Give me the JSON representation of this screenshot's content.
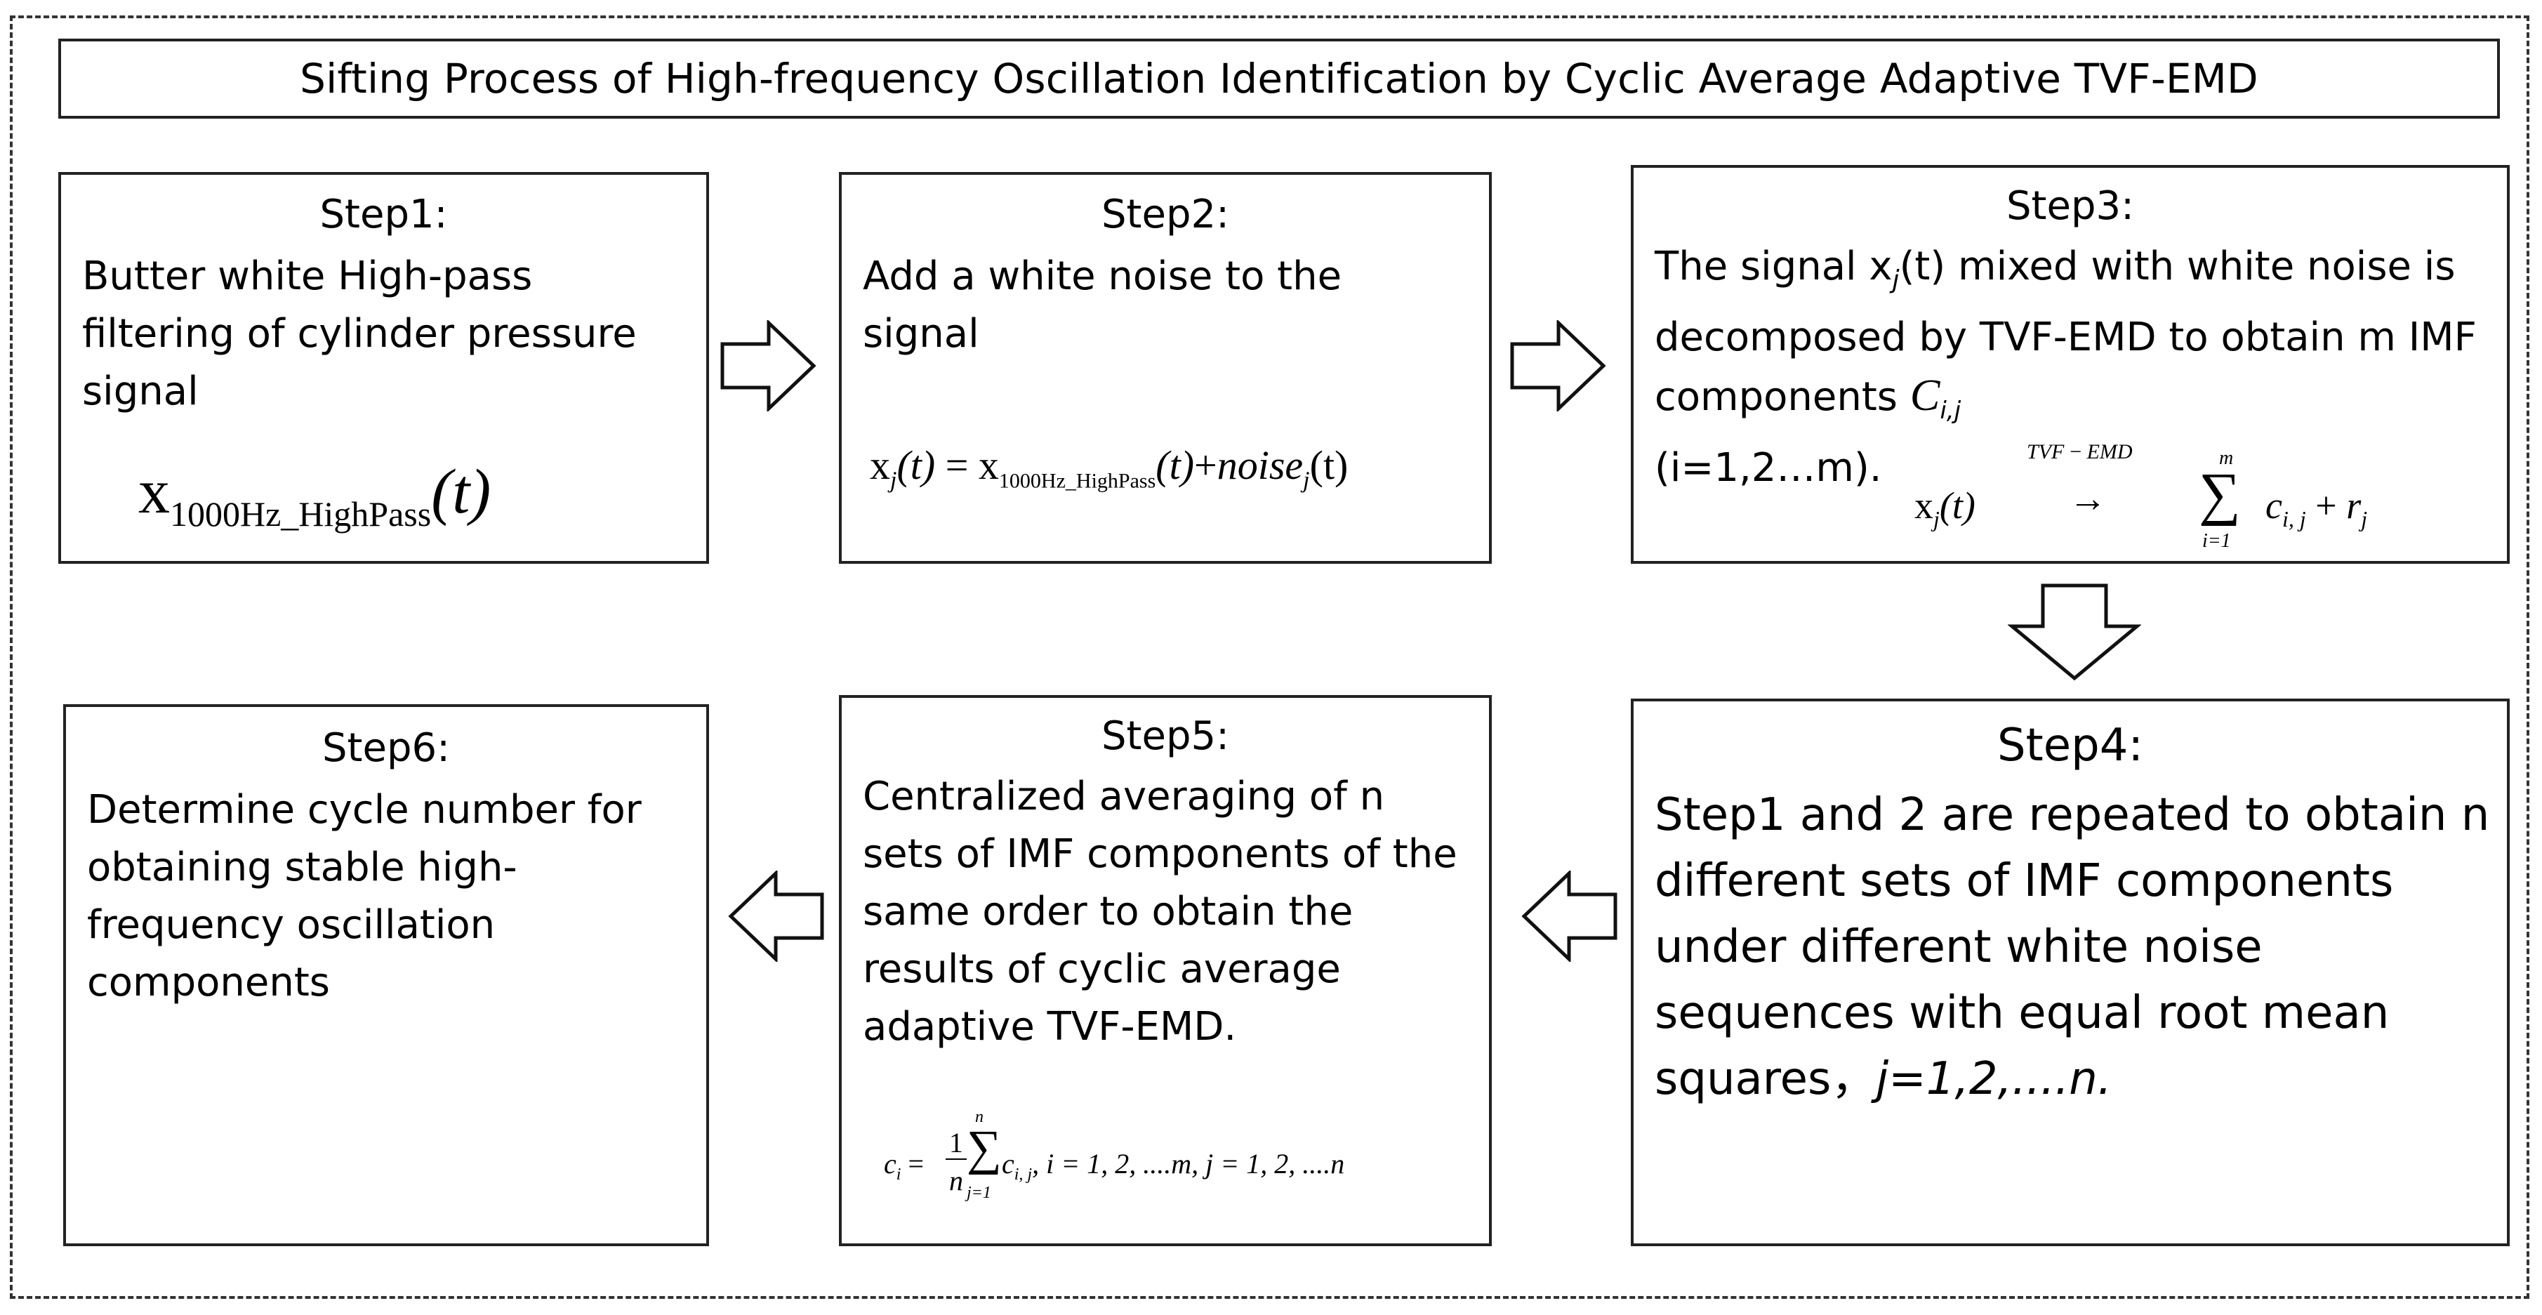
{
  "title": "Sifting Process of High-frequency Oscillation Identification by Cyclic Average Adaptive TVF-EMD",
  "steps": [
    {
      "title": "Step1:",
      "body": "Butter white High-pass filtering of cylinder pressure signal",
      "formula": {
        "base": "x",
        "sub": "1000Hz_HighPass",
        "arg": "(t)"
      }
    },
    {
      "title": "Step2:",
      "body": "Add a white noise to the signal",
      "formula": {
        "lhs": "x",
        "lhs_sub": "j",
        "lhs_arg": "(t)",
        "eq": "=",
        "x": "x",
        "x_sub": "1000Hz_HighPass",
        "x_arg": "(t)",
        "plus": "+",
        "noise": "noise",
        "noise_sub": "j",
        "noise_arg": "(t)"
      }
    },
    {
      "title": "Step3:",
      "body_1": "The signal x",
      "body_sub": "j",
      "body_2": "(t) mixed with white noise is decomposed by TVF-EMD to obtain m IMF components",
      "body_c": "C",
      "body_c_sub": "i,j",
      "body_3": "(i=1,2…m).",
      "formula": {
        "x": "x",
        "x_sub": "j",
        "x_arg": "(t)",
        "arrow_label": "TVF − EMD",
        "arrow": "→",
        "sum_upper": "m",
        "sum_lower": "i=1",
        "sigma": "∑",
        "c": "c",
        "c_sub": "i, j",
        "plus": "+",
        "r": "r",
        "r_sub": "j"
      }
    },
    {
      "title": "Step4:",
      "body": "Step1 and 2 are repeated to obtain n different sets of IMF components under different white noise sequences with equal root mean squares，",
      "body_italic": "j=1,2,....n."
    },
    {
      "title": "Step5:",
      "body": "Centralized averaging of n sets of IMF components of the same order to obtain the results of cyclic average adaptive TVF-EMD.",
      "formula": {
        "c": "c",
        "c_sub": "i",
        "eq": "=",
        "num": "1",
        "den": "n",
        "sigma": "∑",
        "sum_upper": "n",
        "sum_lower": "j=1",
        "term": "c",
        "term_sub": "i, j",
        "rest": ", i = 1, 2, ....m, j = 1, 2, ....n"
      }
    },
    {
      "title": "Step6:",
      "body": "Determine cycle  number for obtaining stable  high-frequency oscillation components"
    }
  ]
}
